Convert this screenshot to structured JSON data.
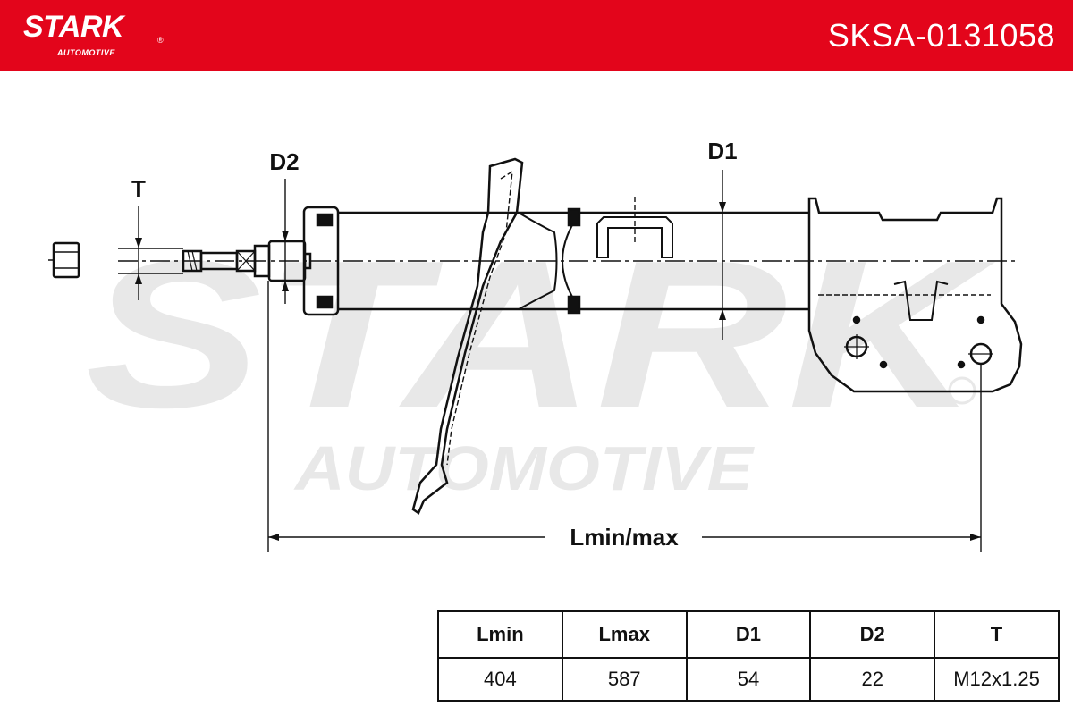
{
  "header": {
    "brand": "STARK",
    "brand_sub": "AUTOMOTIVE",
    "part_number": "SKSA-0131058",
    "background_color": "#e3051b",
    "text_color": "#ffffff"
  },
  "watermark": {
    "line1": "STARK",
    "line2": "AUTOMOTIVE"
  },
  "drawing": {
    "labels": {
      "thread": "T",
      "rod_diameter": "D2",
      "body_diameter": "D1",
      "length": "Lmin/max"
    }
  },
  "spec_table": {
    "headers": [
      "Lmin",
      "Lmax",
      "D1",
      "D2",
      "T"
    ],
    "values": [
      "404",
      "587",
      "54",
      "22",
      "M12x1.25"
    ]
  }
}
